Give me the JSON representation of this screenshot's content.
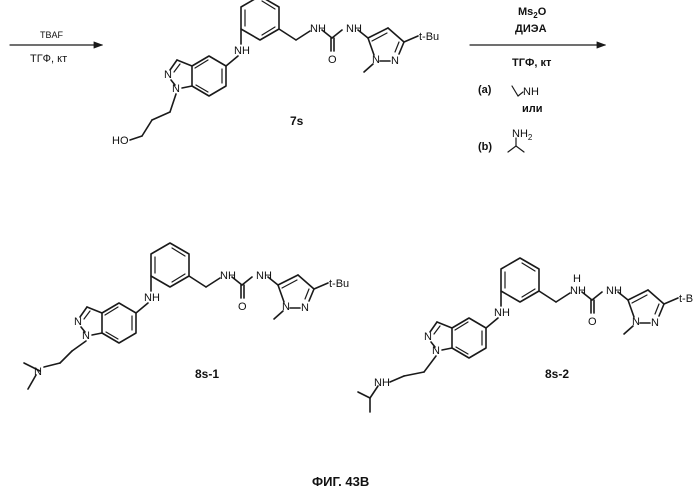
{
  "figure_caption": "ФИГ. 43В",
  "step1": {
    "reagent_top": "TBAF",
    "reagent_bottom": "ТГФ, кт"
  },
  "step2": {
    "reagent_top_1": "Ms",
    "reagent_top_1_sub": "2",
    "reagent_top_1_tail": "O",
    "reagent_top_2": "ДИЭА",
    "reagent_bottom": "ТГФ, кт",
    "option_a_label": "(a)",
    "option_a_amine": "NH",
    "option_or": "или",
    "option_b_label": "(b)",
    "option_b_amine": "NH",
    "option_b_amine_sub": "2"
  },
  "compounds": {
    "c7s": {
      "label": "7s",
      "t_bu": "t-Bu",
      "ho": "HO"
    },
    "c8s1": {
      "label": "8s-1",
      "t_bu": "t-Bu"
    },
    "c8s2": {
      "label": "8s-2",
      "t_bu": "t-Bu"
    }
  },
  "atoms": {
    "N": "N",
    "NH": "NH",
    "H": "H",
    "O": "O"
  }
}
